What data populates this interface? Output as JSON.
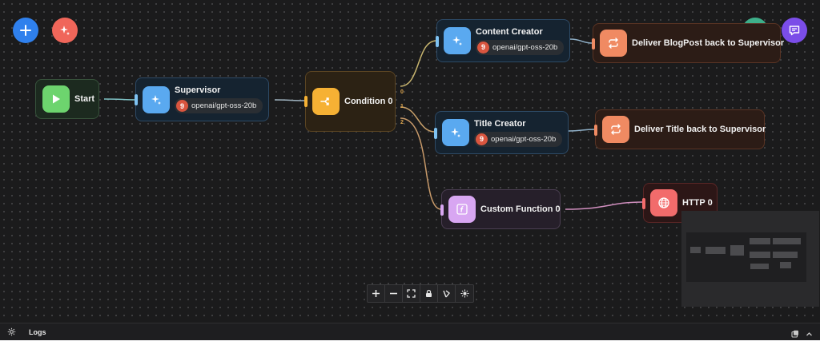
{
  "fabs": {
    "add": {
      "icon": "plus-icon",
      "color": "#2f80ed"
    },
    "ai": {
      "icon": "sparkles-icon",
      "color": "#f0665a"
    },
    "validate": {
      "icon": "checklist-icon",
      "color": "#3eaf8a"
    },
    "chat": {
      "icon": "chat-icon",
      "color": "#7b4de8"
    }
  },
  "nodes": {
    "start": {
      "label": "Start",
      "icon": "play-icon",
      "color": "#6dd46e"
    },
    "supervisor": {
      "label": "Supervisor",
      "model": "openai/gpt-oss-20b",
      "icon": "sparkles-icon",
      "color": "#5aa9f0"
    },
    "condition": {
      "label": "Condition 0",
      "icon": "split-icon",
      "color": "#f6b134",
      "outputs": [
        "0",
        "1",
        "2"
      ]
    },
    "content_creator": {
      "label": "Content Creator",
      "model": "openai/gpt-oss-20b",
      "icon": "sparkles-icon",
      "color": "#5aa9f0"
    },
    "title_creator": {
      "label": "Title Creator",
      "model": "openai/gpt-oss-20b",
      "icon": "sparkles-icon",
      "color": "#5aa9f0"
    },
    "custom_function": {
      "label": "Custom Function 0",
      "icon": "function-icon",
      "color": "#d8a6f2"
    },
    "deliver_blog": {
      "label": "Deliver BlogPost back to Supervisor",
      "icon": "loop-icon",
      "color": "#f08a62"
    },
    "deliver_title": {
      "label": "Deliver Title back to Supervisor",
      "icon": "loop-icon",
      "color": "#f08a62"
    },
    "http": {
      "label": "HTTP 0",
      "icon": "globe-icon",
      "color": "#f26b6b"
    }
  },
  "toolbar": {
    "items": [
      "zoom-in-icon",
      "zoom-out-icon",
      "fit-view-icon",
      "lock-icon",
      "magic-layout-icon",
      "snap-grid-icon"
    ]
  },
  "logs": {
    "label": "Logs"
  }
}
